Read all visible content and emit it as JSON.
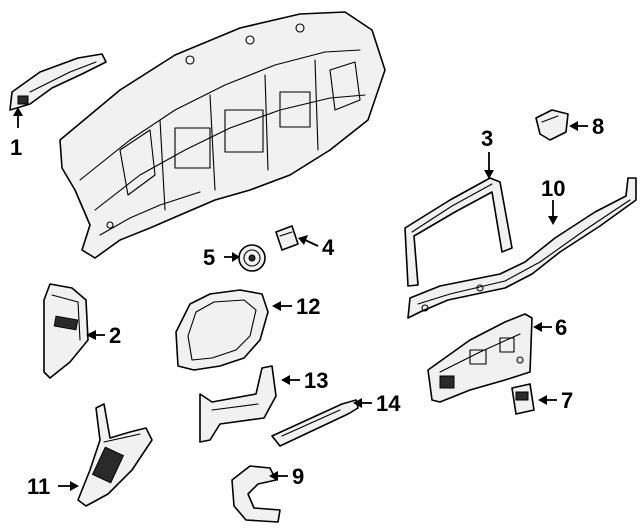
{
  "callouts": {
    "c1": "1",
    "c2": "2",
    "c3": "3",
    "c4": "4",
    "c5": "5",
    "c6": "6",
    "c7": "7",
    "c8": "8",
    "c9": "9",
    "c10": "10",
    "c11": "11",
    "c12": "12",
    "c13": "13",
    "c14": "14"
  }
}
